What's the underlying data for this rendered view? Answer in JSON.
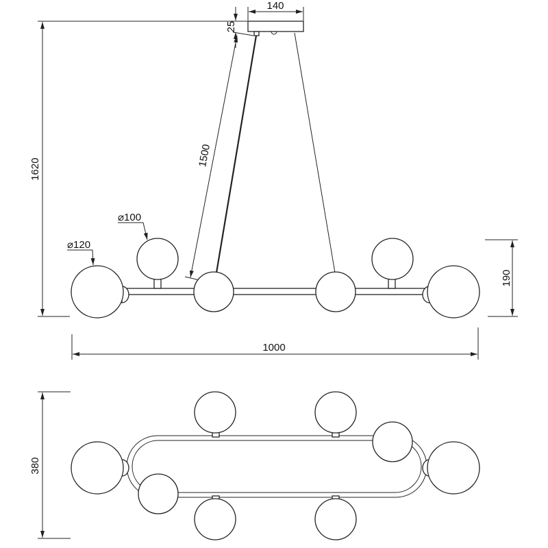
{
  "dimensions": {
    "canopy_width": "140",
    "canopy_height": "25",
    "total_height": "1620",
    "cable_length": "1500",
    "small_globe_diameter": "⌀100",
    "large_globe_diameter": "⌀120",
    "fixture_height": "190",
    "total_width": "1000",
    "total_depth": "380"
  },
  "colors": {
    "line": "#222222",
    "background": "#ffffff"
  }
}
